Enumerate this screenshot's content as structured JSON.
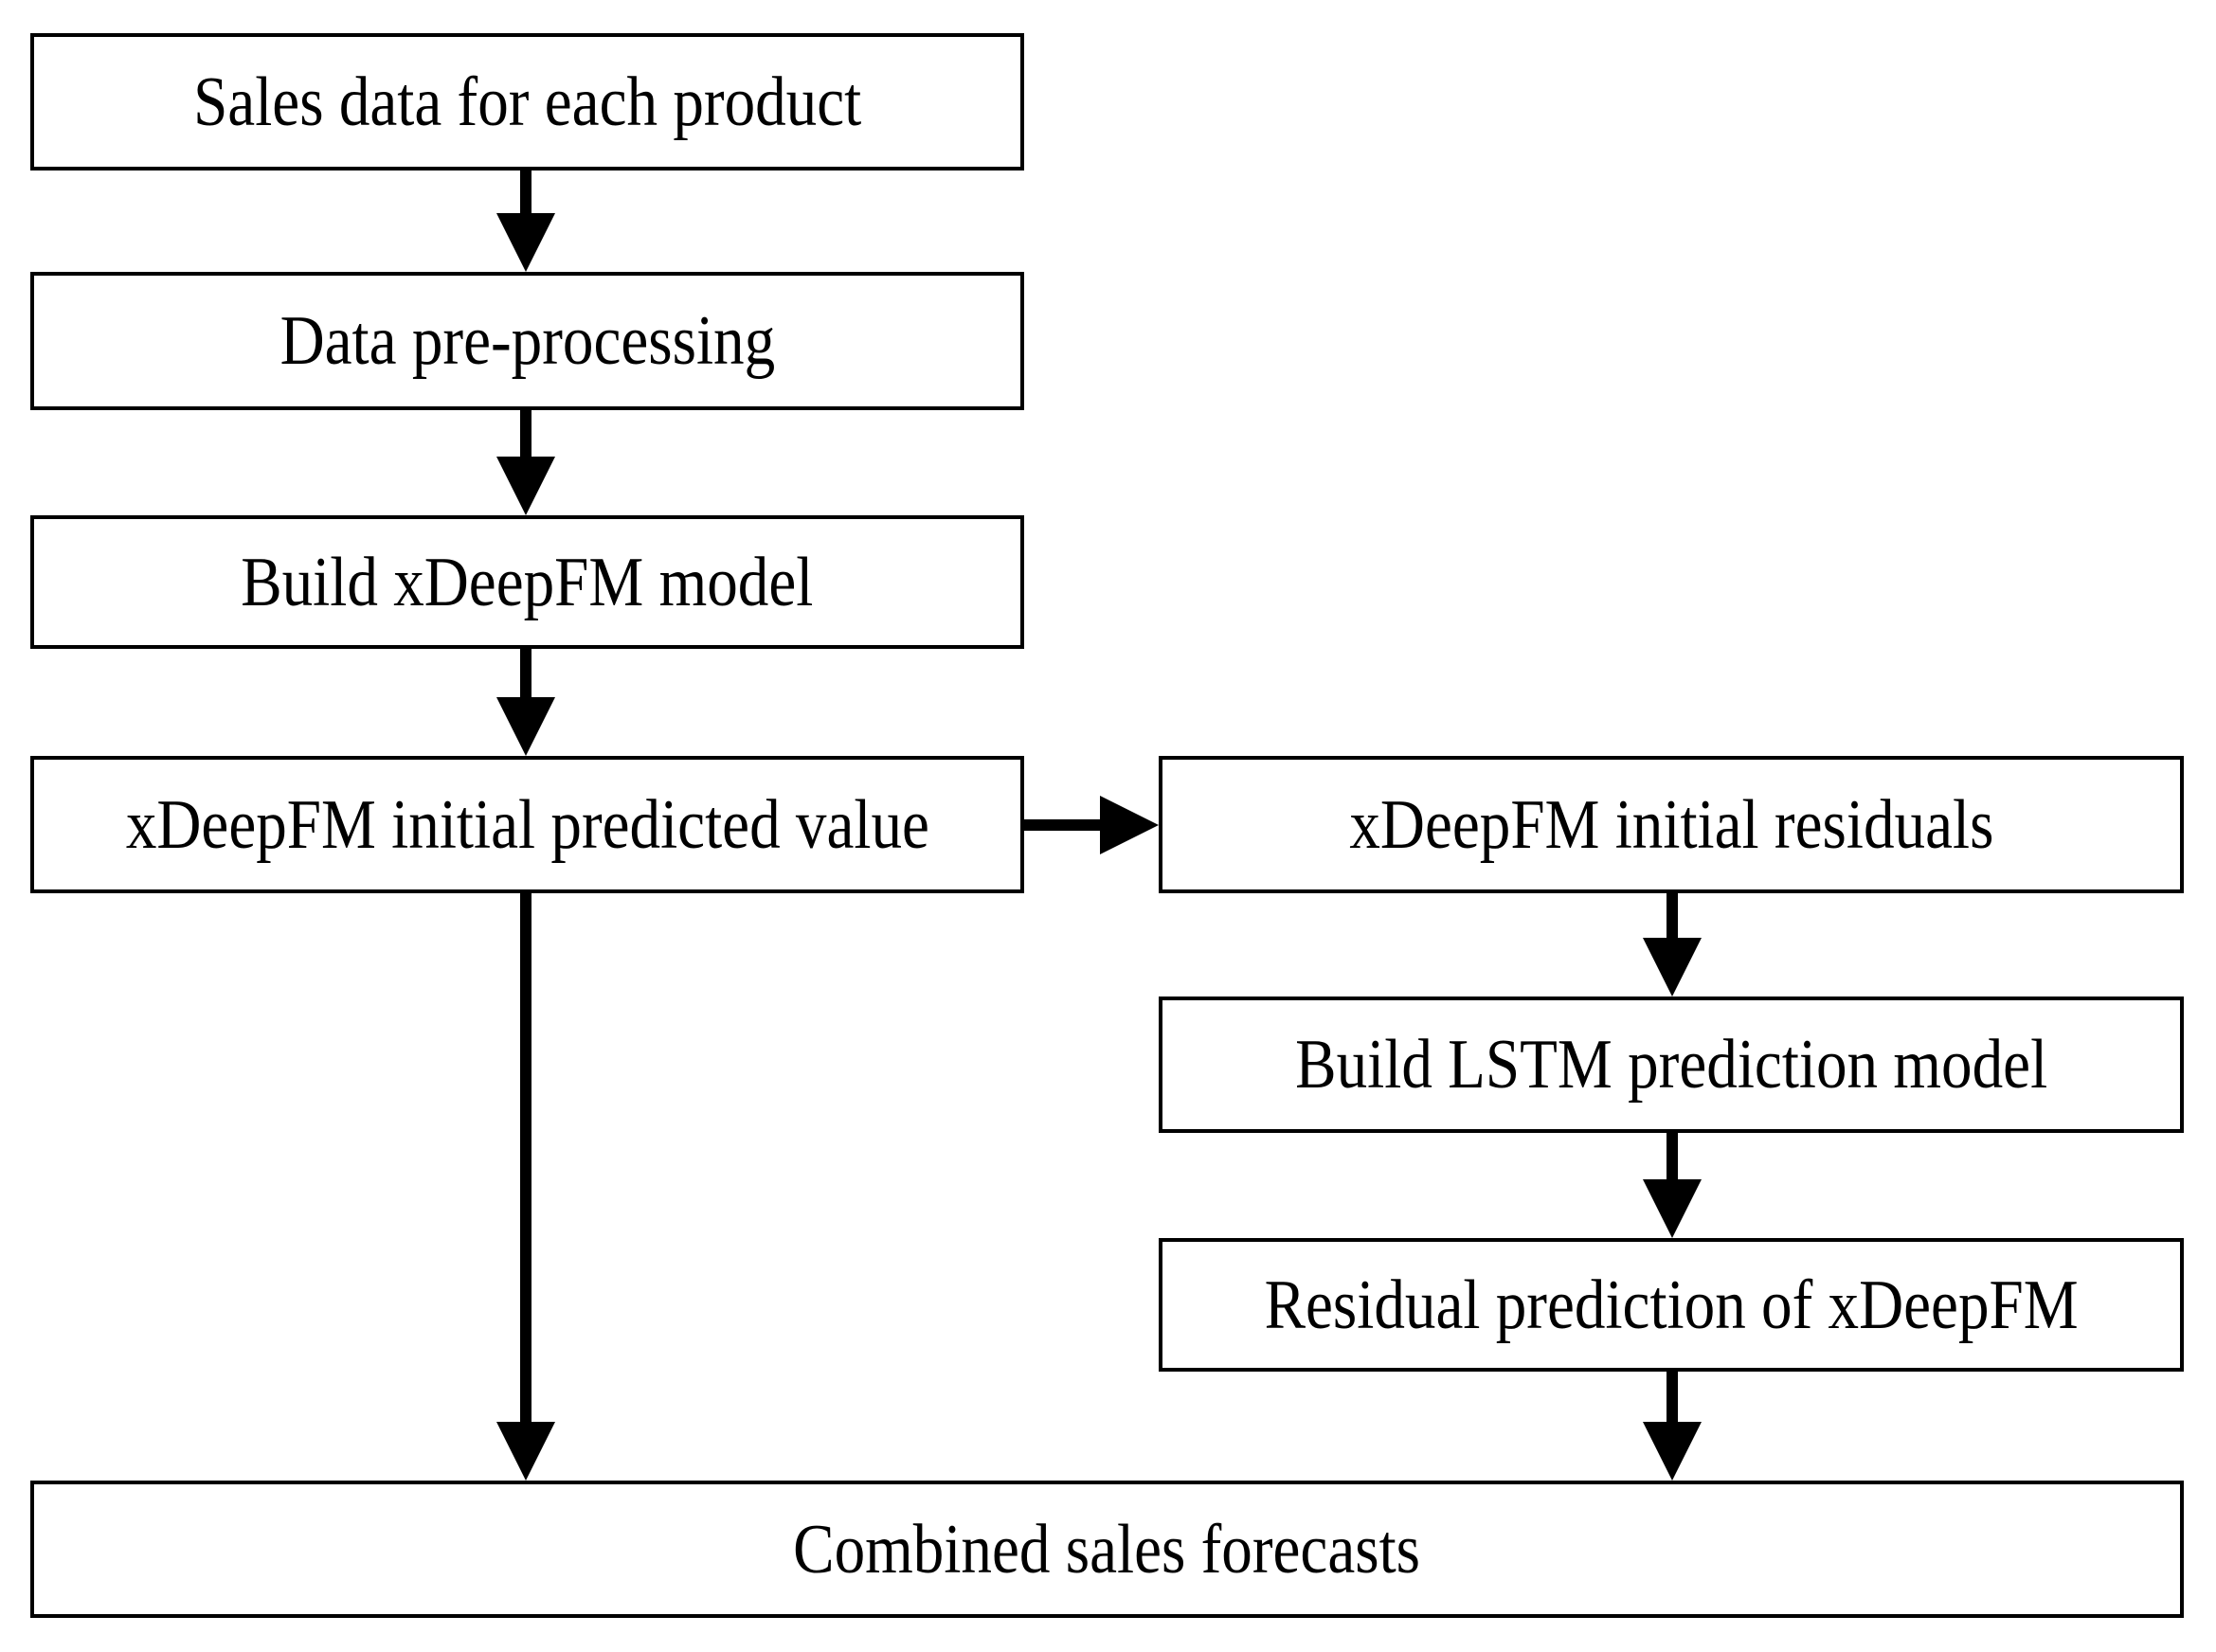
{
  "diagram": {
    "title": "Combined xDeepFM and LSTM sales forecasting flowchart",
    "background_color": "#ffffff",
    "stroke_color": "#000000",
    "nodes": [
      {
        "id": "sales-data",
        "label": "Sales data for each product"
      },
      {
        "id": "preprocessing",
        "label": "Data pre-processing"
      },
      {
        "id": "build-xdeepfm",
        "label": "Build xDeepFM model"
      },
      {
        "id": "xdeepfm-initial",
        "label": "xDeepFM initial predicted value"
      },
      {
        "id": "xdeepfm-residuals",
        "label": "xDeepFM initial residuals"
      },
      {
        "id": "build-lstm",
        "label": "Build LSTM prediction model"
      },
      {
        "id": "residual-prediction",
        "label": "Residual prediction of xDeepFM"
      },
      {
        "id": "combined-forecasts",
        "label": "Combined sales forecasts"
      }
    ],
    "edges": [
      {
        "id": "e1",
        "from": "sales-data",
        "to": "preprocessing",
        "direction": "down"
      },
      {
        "id": "e2",
        "from": "preprocessing",
        "to": "build-xdeepfm",
        "direction": "down"
      },
      {
        "id": "e3",
        "from": "build-xdeepfm",
        "to": "xdeepfm-initial",
        "direction": "down"
      },
      {
        "id": "e4",
        "from": "xdeepfm-initial",
        "to": "xdeepfm-residuals",
        "direction": "right"
      },
      {
        "id": "e5",
        "from": "xdeepfm-initial",
        "to": "combined-forecasts",
        "direction": "down"
      },
      {
        "id": "e6",
        "from": "xdeepfm-residuals",
        "to": "build-lstm",
        "direction": "down"
      },
      {
        "id": "e7",
        "from": "build-lstm",
        "to": "residual-prediction",
        "direction": "down"
      },
      {
        "id": "e8",
        "from": "residual-prediction",
        "to": "combined-forecasts",
        "direction": "down"
      }
    ]
  }
}
